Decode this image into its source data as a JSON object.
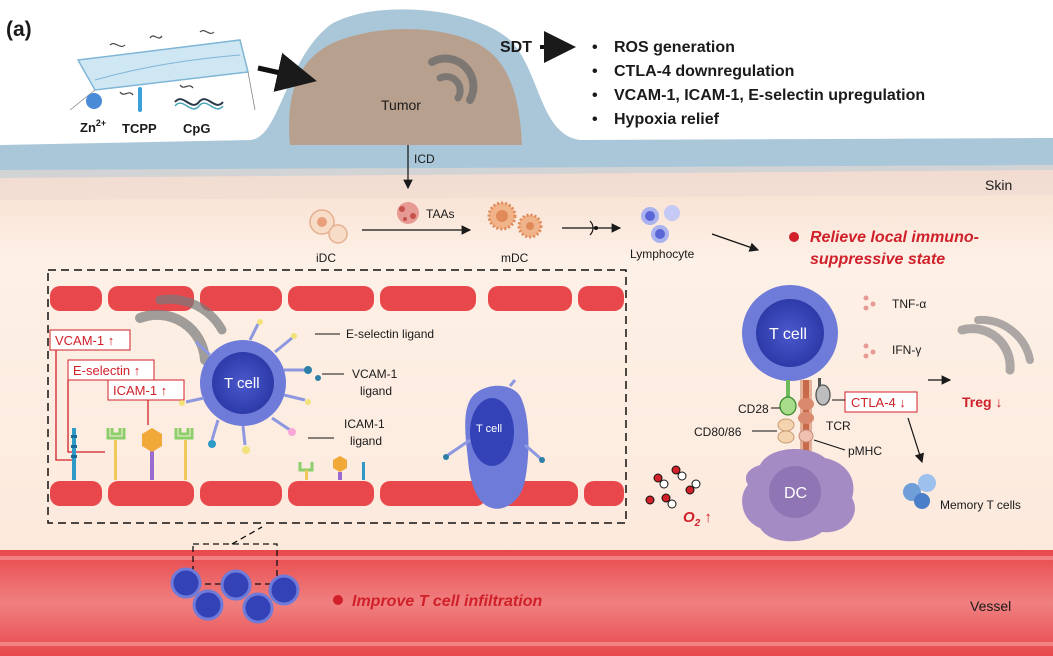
{
  "panel_label": "(a)",
  "top": {
    "zn_label": "Zn",
    "zn_sup": "2+",
    "tcpp_label": "TCPP",
    "cpg_label": "CpG",
    "tumor_label": "Tumor",
    "sdt_label": "SDT",
    "bullet_char": "•",
    "effects": [
      "ROS generation",
      "CTLA-4 downregulation",
      "VCAM-1, ICAM-1, E-selectin upregulation",
      "Hypoxia relief"
    ],
    "icd_label": "ICD",
    "skin_label": "Skin"
  },
  "dc_path": {
    "tas_label": "TAAs",
    "idc_label": "iDC",
    "mdc_label": "mDC",
    "lymphocyte_label": "Lymphocyte"
  },
  "right": {
    "relieve_line1": "Relieve local immuno-",
    "relieve_line2": "suppressive state",
    "tcell_label": "T cell",
    "tnf_label": "TNF-α",
    "ifn_label": "IFN-γ",
    "ctla4_label": "CTLA-4 ↓",
    "treg_label": "Treg ↓",
    "cd28_label": "CD28",
    "tcr_label": "TCR",
    "cd8086_label": "CD80/86",
    "pmhc_label": "pMHC",
    "dc_label": "DC",
    "memory_label": "Memory T cells",
    "o2_label": "O",
    "o2_sub": "2",
    "o2_arrow": " ↑"
  },
  "inset": {
    "vcam_up": "VCAM-1 ↑",
    "eselectin_up": "E-selectin ↑",
    "icam_up": "ICAM-1 ↑",
    "tcell_label": "T cell",
    "tcell_small_label": "T cell",
    "eselectin_ligand": "E-selectin ligand",
    "vcam_ligand_1": "VCAM-1",
    "vcam_ligand_2": "ligand",
    "icam_ligand_1": "ICAM-1",
    "icam_ligand_2": "ligand"
  },
  "bottom": {
    "improve_label": "Improve T cell infiltration",
    "vessel_label": "Vessel"
  },
  "colors": {
    "skin": "#a9c7d9",
    "tumor": "#b8a08f",
    "tissue": "#fde9dc",
    "vessel_red": "#e8484c",
    "tcell_outer": "#6f7bd8",
    "tcell_inner": "#3442b8",
    "dc": "#a48bc4",
    "accent_red": "#d0202a"
  }
}
